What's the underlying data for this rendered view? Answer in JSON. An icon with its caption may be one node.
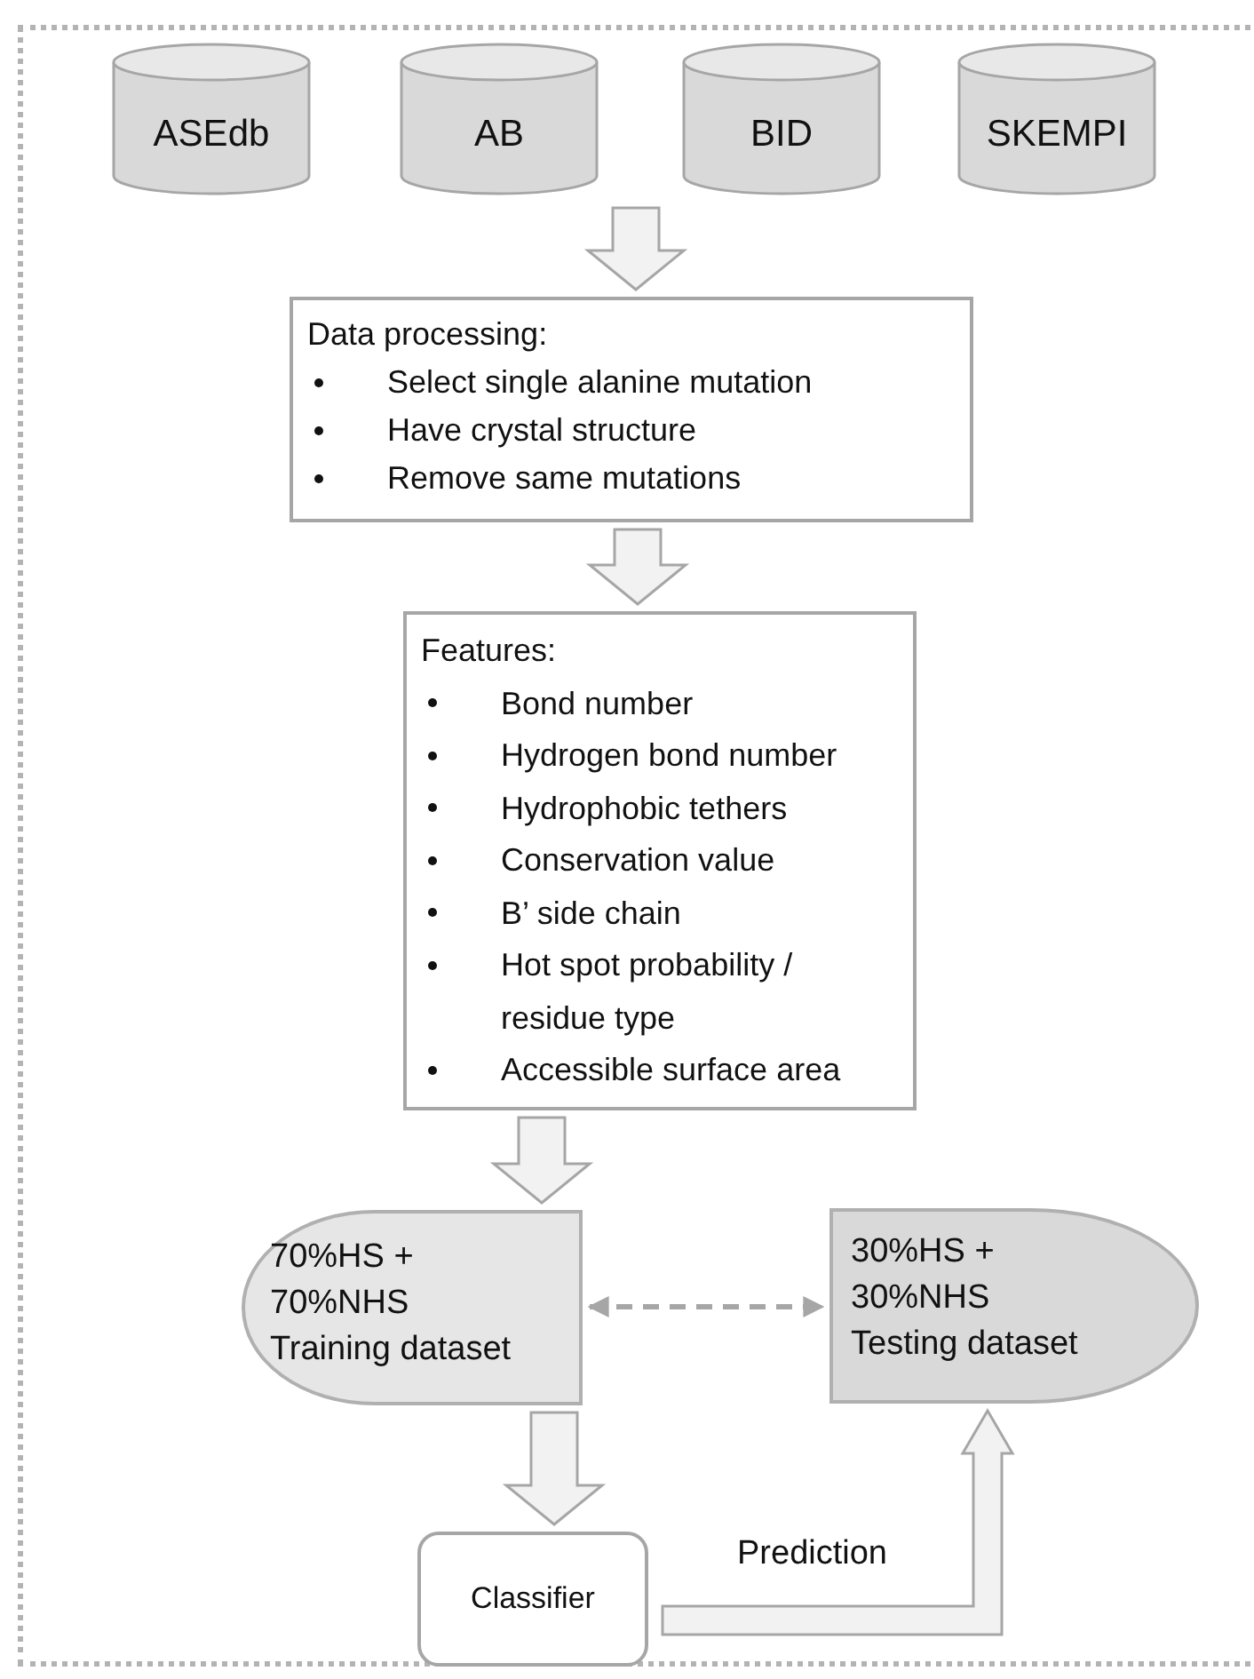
{
  "diagram": {
    "nodes": [
      {
        "text": [
          "ASEdb"
        ]
      },
      {
        "text": [
          "AB"
        ]
      },
      {
        "text": [
          "BID"
        ]
      },
      {
        "text": [
          "SKEMPI"
        ]
      },
      {
        "text": [
          "Data processing:",
          "Select single alanine mutation",
          "Have crystal structure",
          "Remove same mutations"
        ]
      },
      {
        "text": [
          "Features:",
          "Bond number",
          "Hydrogen bond number",
          "Hydrophobic tethers",
          "Conservation value",
          "B’ side chain",
          "Hot spot probability / residue type",
          "Accessible surface area"
        ]
      },
      {
        "text": [
          "70%HS + 70%NHS Training dataset"
        ]
      },
      {
        "text": [
          "30%HS + 30%NHS Testing dataset"
        ]
      },
      {
        "text": [
          "Classifier"
        ]
      }
    ],
    "edges": [
      {
        "from": null,
        "to": 4,
        "arrow": "to"
      },
      {
        "from": 4,
        "to": 5,
        "arrow": "to"
      },
      {
        "from": 5,
        "to": 6,
        "arrow": "to"
      },
      {
        "from": 6,
        "to": 7,
        "arrow": "both",
        "style": "dashed",
        "color": "#a6a6a6"
      },
      {
        "from": 6,
        "to": 8,
        "arrow": "to"
      },
      {
        "from": 8,
        "to": 7,
        "arrow": "to",
        "label": "Prediction"
      }
    ]
  }
}
